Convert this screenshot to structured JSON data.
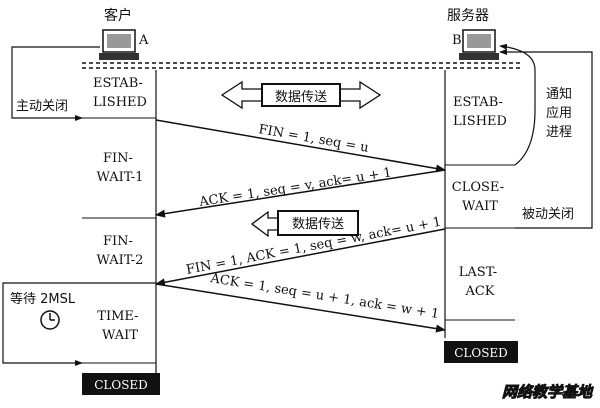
{
  "client": {
    "title": "客户",
    "host_label": "A"
  },
  "server": {
    "title": "服务器",
    "host_label": "B"
  },
  "client_states": {
    "established": [
      "ESTAB-",
      "LISHED"
    ],
    "fin_wait_1": [
      "FIN-",
      "WAIT-1"
    ],
    "fin_wait_2": [
      "FIN-",
      "WAIT-2"
    ],
    "time_wait": [
      "TIME-",
      "WAIT"
    ],
    "closed": "CLOSED"
  },
  "server_states": {
    "established": [
      "ESTAB-",
      "LISHED"
    ],
    "close_wait": [
      "CLOSE-",
      "WAIT"
    ],
    "last_ack": [
      "LAST-",
      "ACK"
    ],
    "closed": "CLOSED"
  },
  "side_labels": {
    "active_close": "主动关闭",
    "passive_close": "被动关闭",
    "notify_app": [
      "通知",
      "应用",
      "进程"
    ],
    "wait_2msl": "等待 2MSL"
  },
  "data_transfer_labels": {
    "established_phase": "数据传送",
    "half_close_phase": "数据传送"
  },
  "segments": [
    {
      "text": "FIN = 1, seq = u"
    },
    {
      "text": "ACK = 1, seq = v, ack= u + 1"
    },
    {
      "text": "FIN = 1, ACK = 1, seq = w, ack= u + 1"
    },
    {
      "text": "ACK = 1, seq = u + 1, ack = w + 1"
    }
  ],
  "watermark": "网络教学基地"
}
